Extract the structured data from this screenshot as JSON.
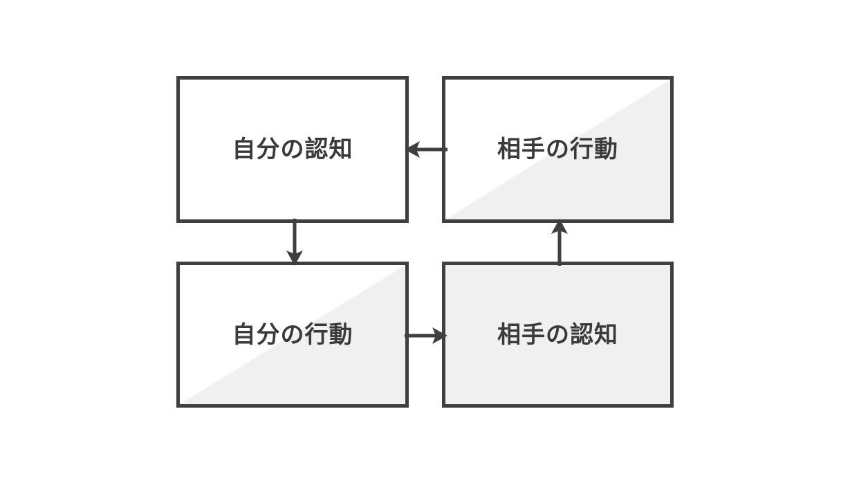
{
  "diagram": {
    "type": "cycle-diagram",
    "background_color": "#ffffff",
    "border_color": "#3f3f3f",
    "text_color": "#3a3a3a",
    "shade_color": "#f0f0f0",
    "nodes": [
      {
        "id": "self-cognition",
        "label": "自分の認知",
        "position": "top-left",
        "fill": "plain"
      },
      {
        "id": "other-action",
        "label": "相手の行動",
        "position": "top-right",
        "fill": "diagonal"
      },
      {
        "id": "self-action",
        "label": "自分の行動",
        "position": "bottom-left",
        "fill": "diagonal"
      },
      {
        "id": "other-cognition",
        "label": "相手の認知",
        "position": "bottom-right",
        "fill": "solid"
      }
    ],
    "edges": [
      {
        "id": "other-action-to-self-cognition",
        "from": "other-action",
        "to": "self-cognition",
        "direction": "left"
      },
      {
        "id": "self-cognition-to-self-action",
        "from": "self-cognition",
        "to": "self-action",
        "direction": "down"
      },
      {
        "id": "self-action-to-other-cognition",
        "from": "self-action",
        "to": "other-cognition",
        "direction": "right"
      },
      {
        "id": "other-cognition-to-other-action",
        "from": "other-cognition",
        "to": "other-action",
        "direction": "up"
      }
    ]
  }
}
